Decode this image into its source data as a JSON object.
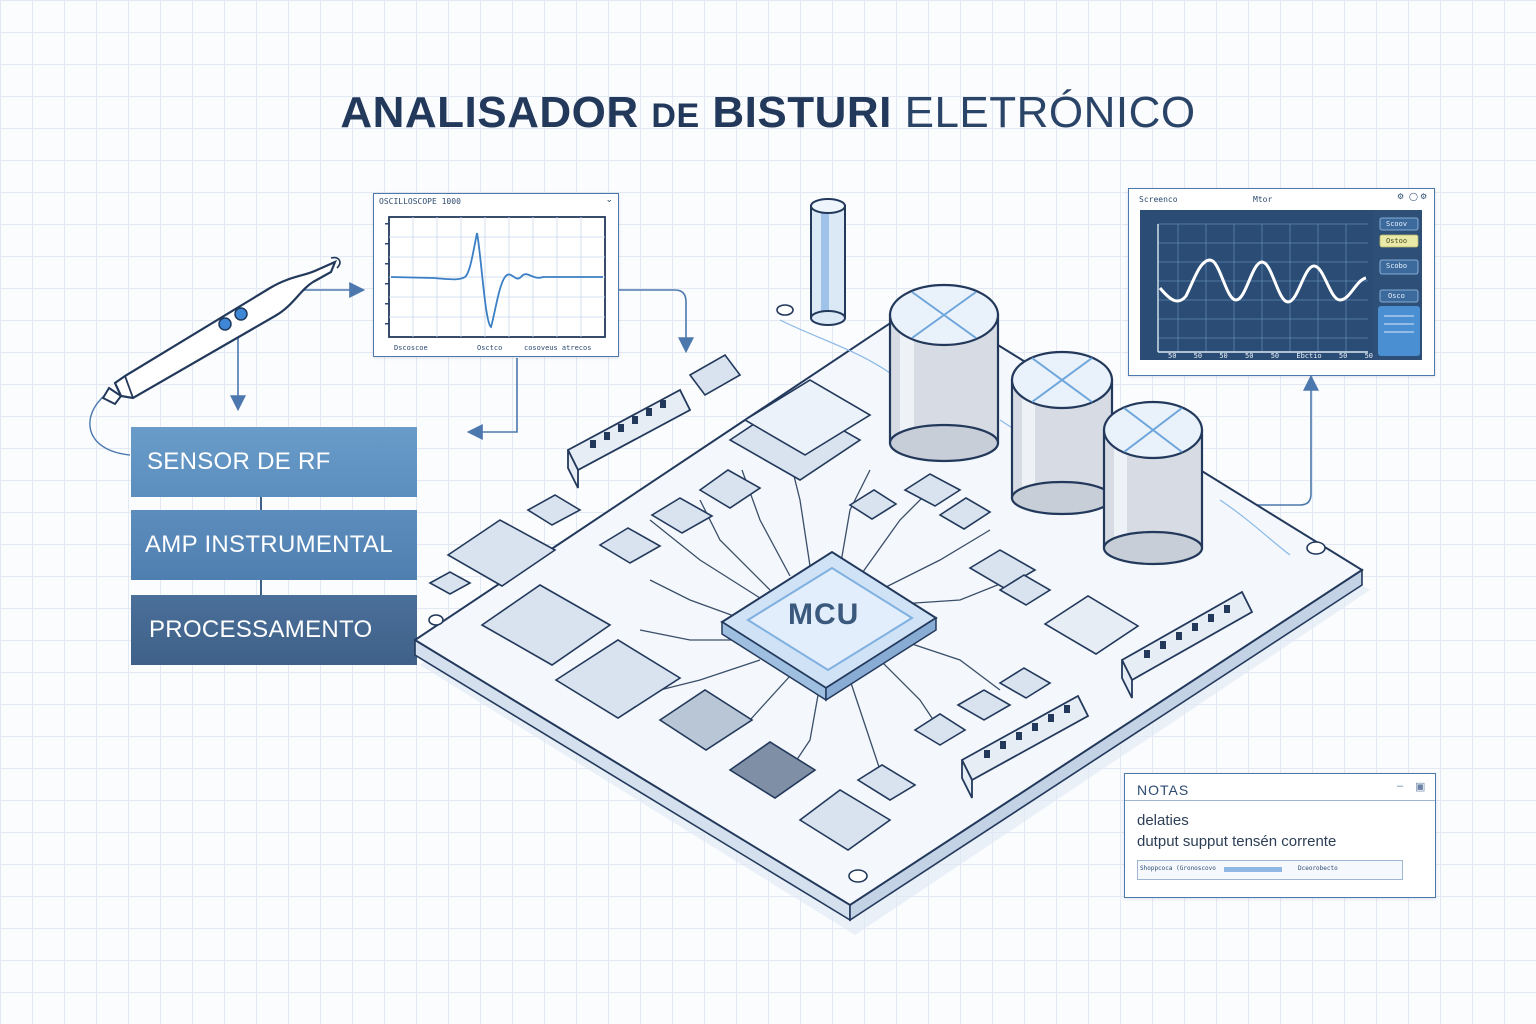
{
  "title": {
    "part1": "ANALISADOR",
    "part2": "DE",
    "part3": "BISTURI",
    "part4": "ELETRÓNICO"
  },
  "blocks": [
    {
      "label": "SENSOR DE RF"
    },
    {
      "label": "AMP INSTRUMENTAL"
    },
    {
      "label": "PROCESSAMENTO"
    }
  ],
  "left_scope": {
    "title": "OSCILLOSCOPE 1000",
    "footer_left": "Dscoscoe",
    "footer_mid": "Osctco",
    "footer_right": "cosoveus  atrecos"
  },
  "right_monitor": {
    "title_left": "Screenco",
    "title_mid": "Mtor",
    "buttons": [
      "Scoov",
      "Ostoo",
      "Scobo",
      "Osco"
    ],
    "x_ticks": [
      "50",
      "50",
      "50",
      "50",
      "50",
      "Ebctio",
      "50",
      "50"
    ]
  },
  "mcu_label": "MCU",
  "notes": {
    "title": "NOTAS",
    "line1": "delaties",
    "line2": "dutput  supput tensén corrente",
    "bar_left": "Shoppcoca (Gronoscovo",
    "bar_right": "Dceorobecto"
  },
  "colors": {
    "accent": "#4c78ad",
    "screen_bg": "#2b4c74",
    "sensor_block": "#5f92c2",
    "amp_block": "#5384b5",
    "proc_block": "#44668f",
    "title": "#23395b"
  }
}
